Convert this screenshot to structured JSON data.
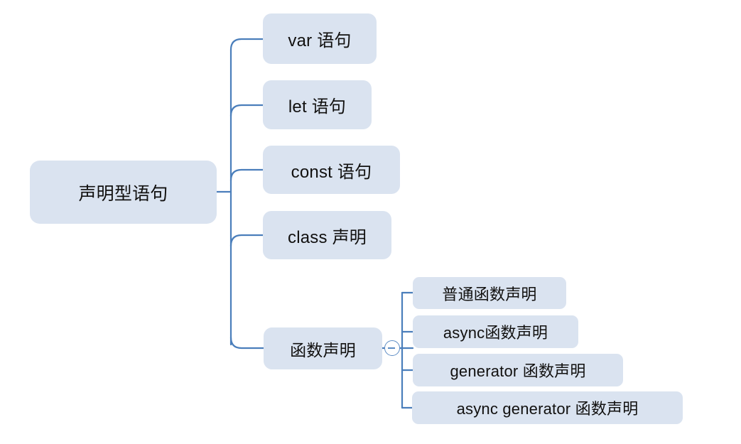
{
  "diagram": {
    "type": "mind-map",
    "title": "声明型语句",
    "background_color": "#ffffff",
    "node_fill_color": "#dae3f0",
    "node_text_color": "#11100f",
    "edge_color": "#4a7ebb"
  },
  "root": {
    "label": "声明型语句"
  },
  "branches": [
    {
      "label": "var 语句"
    },
    {
      "label": "let 语句"
    },
    {
      "label": "const 语句"
    },
    {
      "label": "class 声明"
    },
    {
      "label": "函数声明",
      "toggle": {
        "icon": "minus-circle-icon",
        "state": "expanded",
        "symbol": "−"
      },
      "children": [
        {
          "label": "普通函数声明"
        },
        {
          "label": "async函数声明"
        },
        {
          "label": "generator 函数声明"
        },
        {
          "label": "async generator 函数声明"
        }
      ]
    }
  ]
}
